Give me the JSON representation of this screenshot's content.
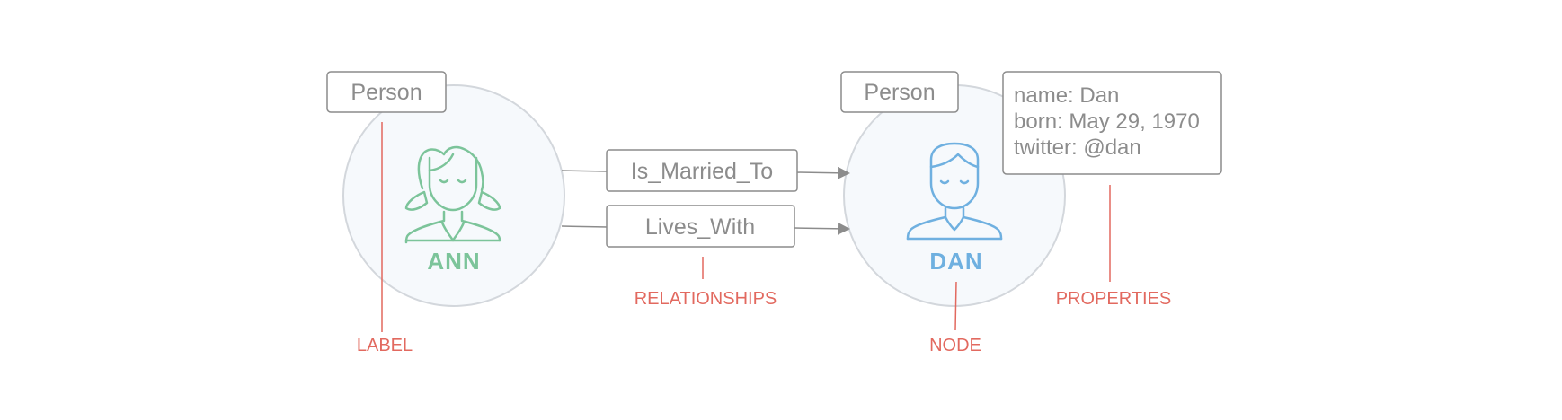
{
  "nodes": {
    "ann": {
      "name": "ANN",
      "label": "Person",
      "color": "#7cc49a",
      "icon": "woman-icon"
    },
    "dan": {
      "name": "DAN",
      "label": "Person",
      "color": "#6fb0e0",
      "icon": "man-icon",
      "properties": [
        "name: Dan",
        "born: May 29, 1970",
        "twitter: @dan"
      ]
    }
  },
  "relationships": [
    "Is_Married_To",
    "Lives_With"
  ],
  "callouts": {
    "label": "LABEL",
    "relationships": "RELATIONSHIPS",
    "node": "NODE",
    "properties": "PROPERTIES"
  },
  "colors": {
    "node_fill": "#f6f9fc",
    "node_stroke": "#d3d7dc",
    "box_stroke": "#8c8c8c",
    "arrow": "#8c8c8c",
    "callout": "#e2695f"
  }
}
